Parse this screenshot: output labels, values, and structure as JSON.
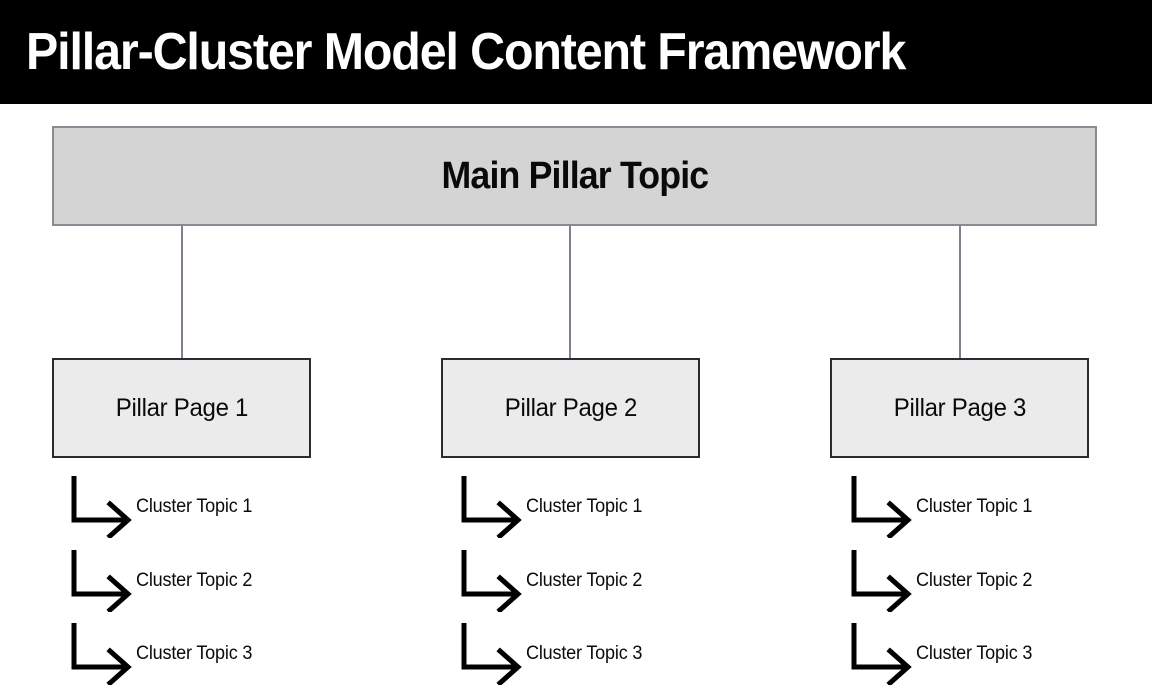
{
  "header": {
    "title": "Pillar-Cluster Model Content Framework",
    "background_color": "#000000",
    "text_color": "#ffffff"
  },
  "diagram": {
    "type": "hierarchy",
    "main_pillar": {
      "label": "Main Pillar Topic",
      "fill_color": "#d4d4d4",
      "border_color": "#8a8a94"
    },
    "pillar_fill_color": "#ebebeb",
    "pillar_border_color": "#2a2a33",
    "connector_color": "#80808c",
    "arrow_color": "#000000",
    "columns": [
      {
        "pillar_label": "Pillar Page 1",
        "clusters": [
          {
            "label": "Cluster Topic 1"
          },
          {
            "label": "Cluster Topic 2"
          },
          {
            "label": "Cluster Topic 3"
          }
        ]
      },
      {
        "pillar_label": "Pillar Page 2",
        "clusters": [
          {
            "label": "Cluster Topic 1"
          },
          {
            "label": "Cluster Topic 2"
          },
          {
            "label": "Cluster Topic 3"
          }
        ]
      },
      {
        "pillar_label": "Pillar Page 3",
        "clusters": [
          {
            "label": "Cluster Topic 1"
          },
          {
            "label": "Cluster Topic 2"
          },
          {
            "label": "Cluster Topic 3"
          }
        ]
      }
    ]
  }
}
